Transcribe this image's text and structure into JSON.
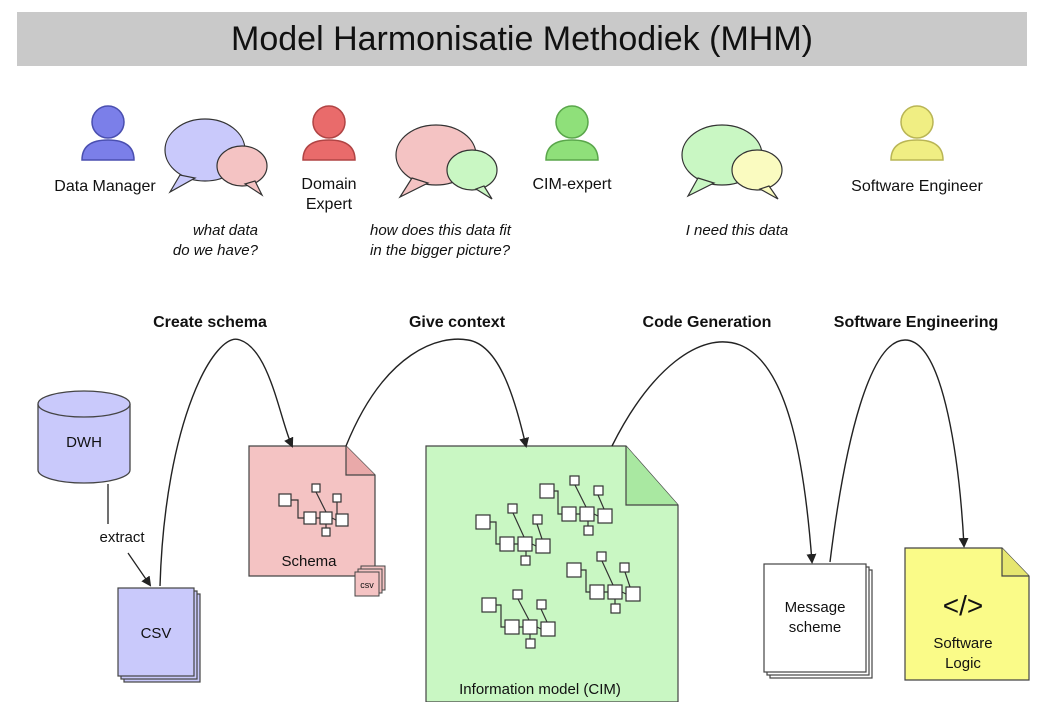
{
  "title": "Model Harmonisatie Methodiek (MHM)",
  "roles": [
    {
      "name": "Data Manager",
      "color": "#7b7fe9"
    },
    {
      "name_lines": [
        "Domain",
        "Expert"
      ],
      "color": "#e96b6b"
    },
    {
      "name": "CIM-expert",
      "color": "#8fe07a"
    },
    {
      "name": "Software Engineer",
      "color": "#f0ee83"
    }
  ],
  "quotes": [
    {
      "lines": [
        "what data",
        "do we have?"
      ]
    },
    {
      "lines": [
        "how does this data fit",
        "in the bigger picture?"
      ]
    },
    {
      "lines": [
        "I need this data"
      ]
    }
  ],
  "steps": [
    "Create schema",
    "Give context",
    "Code Generation",
    "Software Engineering"
  ],
  "artifacts": {
    "dwh": "DWH",
    "extract": "extract",
    "csv": "CSV",
    "schema": "Schema",
    "schema_badge": "csv",
    "cim": "Information model (CIM)",
    "message_lines": [
      "Message",
      "scheme"
    ],
    "software_icon": "</>",
    "software_lines": [
      "Software",
      "Logic"
    ]
  },
  "colors": {
    "purple_fill": "#c9c9fb",
    "red_fill": "#f4c3c3",
    "green_fill": "#c9f7c3",
    "yellow_fill": "#fafb88"
  }
}
